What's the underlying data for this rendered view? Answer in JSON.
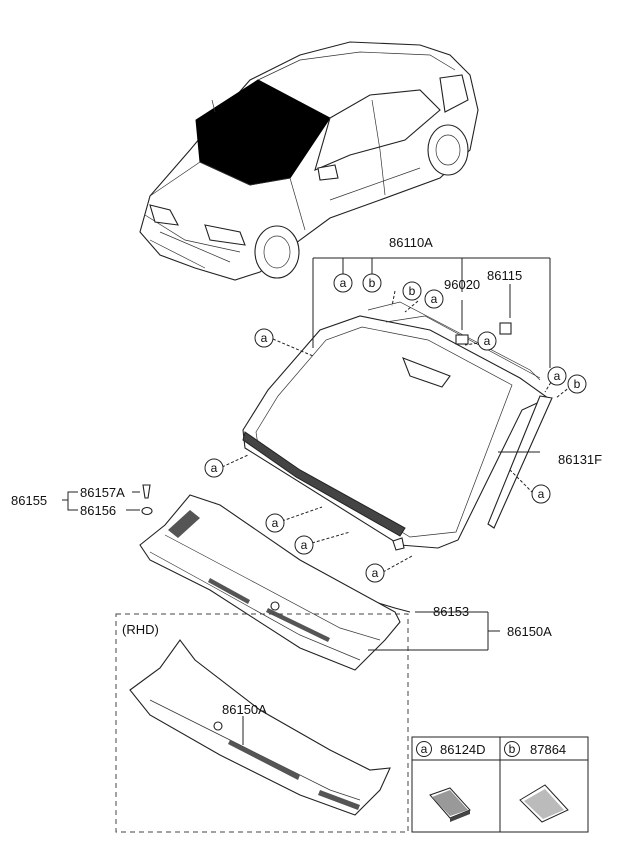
{
  "labels": {
    "windshield_assy": "86110A",
    "clip_96020": "96020",
    "clip_86115": "86115",
    "moulding_side": "86131F",
    "group_86155": "86155",
    "part_86157A": "86157A",
    "part_86156": "86156",
    "weatherstrip": "86153",
    "cowl_panel": "86150A",
    "rhd_tag": "(RHD)",
    "rhd_cowl": "86150A"
  },
  "callouts": {
    "a": "a",
    "b": "b"
  },
  "legend": {
    "a": {
      "letter": "a",
      "part": "86124D"
    },
    "b": {
      "letter": "b",
      "part": "87864"
    }
  },
  "icons": [
    "car-illustration",
    "windshield-glass",
    "cowl-panel",
    "dam-pad",
    "rubber-pad"
  ]
}
